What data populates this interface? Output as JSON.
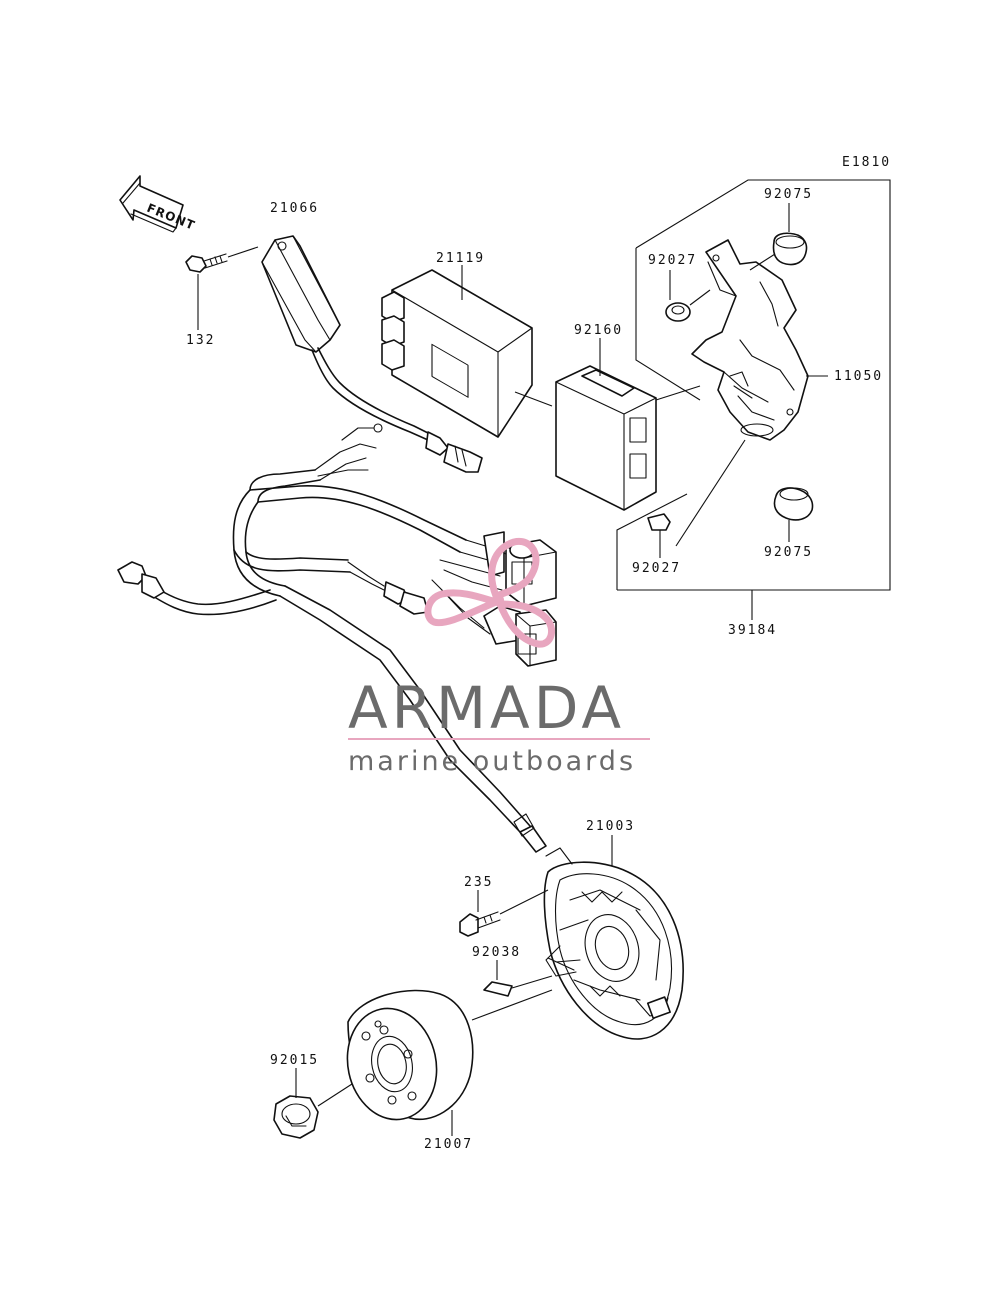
{
  "diagram": {
    "code": "E1810",
    "front_label": "FRONT",
    "parts": {
      "p21066": "21066",
      "p132": "132",
      "p21119": "21119",
      "p92160": "92160",
      "p92075_top": "92075",
      "p92027_top": "92027",
      "p11050": "11050",
      "p92027_bot": "92027",
      "p92075_bot": "92075",
      "p39184": "39184",
      "p21003": "21003",
      "p235": "235",
      "p92038": "92038",
      "p92015": "92015",
      "p21007": "21007"
    }
  },
  "watermark": {
    "brand": "ARMADA",
    "tagline": "marine outboards",
    "accent_color": "#e8a6bf",
    "text_color": "#6b6b6b"
  }
}
